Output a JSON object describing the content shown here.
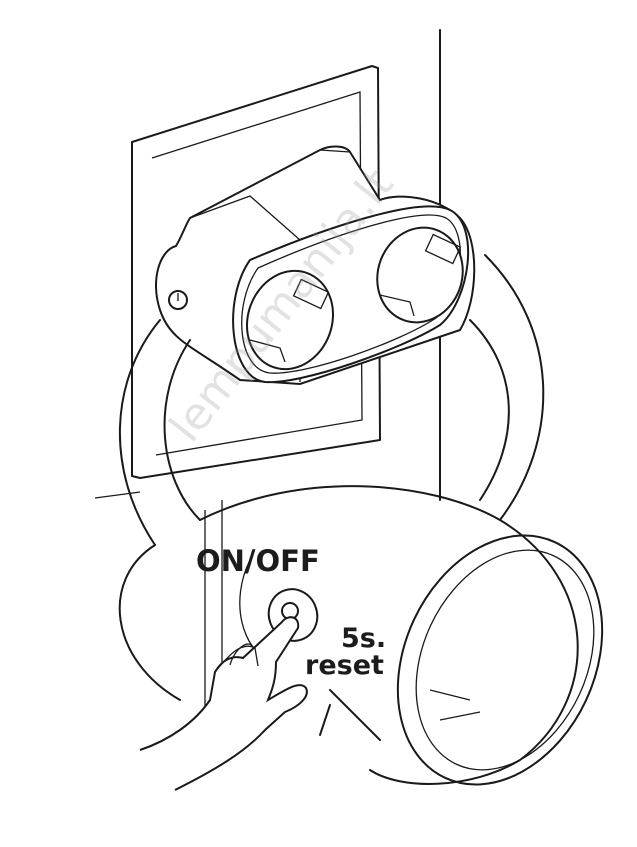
{
  "labels": {
    "on_off": "ON/OFF",
    "hold_time": "5s.",
    "reset": "reset"
  },
  "watermark": "lempumanija.lt",
  "icons": [
    "power-button-icon",
    "finger-hand-icon",
    "socket-icon"
  ]
}
